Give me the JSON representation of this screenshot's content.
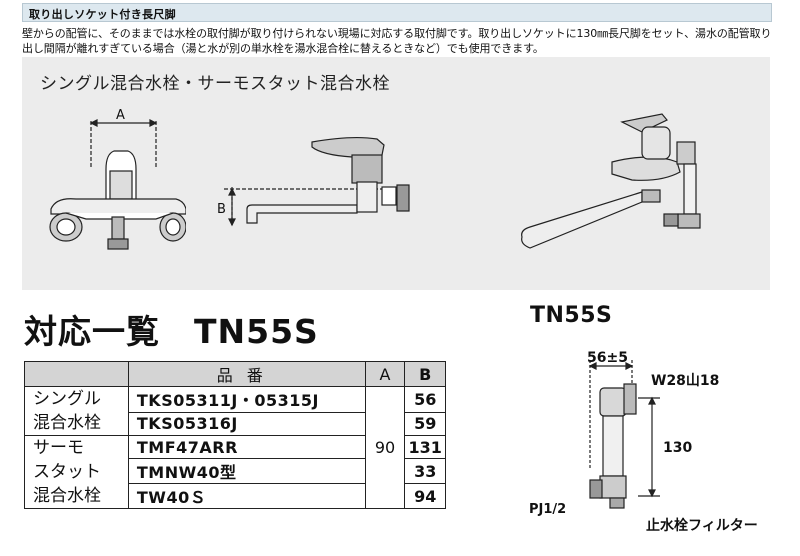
{
  "header": {
    "title": "取り出しソケット付き長尺脚"
  },
  "description": "壁からの配管に、そのままでは水栓の取付脚が取り付けられない現場に対応する取付脚です。取り出しソケットに130㎜長尺脚をセット、湯水の配管取り出し間隔が離れすぎている場合（湯と水が別の単水栓を湯水混合栓に替えるときなど）でも使用できます。",
  "diagram_panel": {
    "title": "シングル混合水栓・サーモスタット混合水栓",
    "front_label": "A",
    "side_label": "B"
  },
  "compat": {
    "title": "対応一覧",
    "model": "TN55S",
    "headers": {
      "part": "品番",
      "a": "A",
      "b": "B"
    },
    "a_value": "90",
    "groups": [
      {
        "category": [
          "シングル",
          "混合水栓"
        ],
        "rows": [
          {
            "part": "TKS05311J・05315J",
            "b": "56"
          },
          {
            "part": "TKS05316J",
            "b": "59"
          }
        ]
      },
      {
        "category": [
          "サーモ",
          "スタット",
          "混合水栓"
        ],
        "rows": [
          {
            "part": "TMF47ARR",
            "b": "131"
          },
          {
            "part": "TMNW40型",
            "b": "33"
          },
          {
            "part": "TW40Ｓ",
            "b": "94"
          }
        ]
      }
    ]
  },
  "tn55s_diagram": {
    "title": "TN55S",
    "dim_offset": "56±5",
    "dim_thread": "W28山18",
    "dim_length": "130",
    "dim_pipe": "PJ1/2",
    "filter_label": "止水栓フィルター"
  },
  "colors": {
    "header_bg": "#dde8ef",
    "panel_bg": "#ececec",
    "table_head_bg": "#d4d4d4"
  }
}
